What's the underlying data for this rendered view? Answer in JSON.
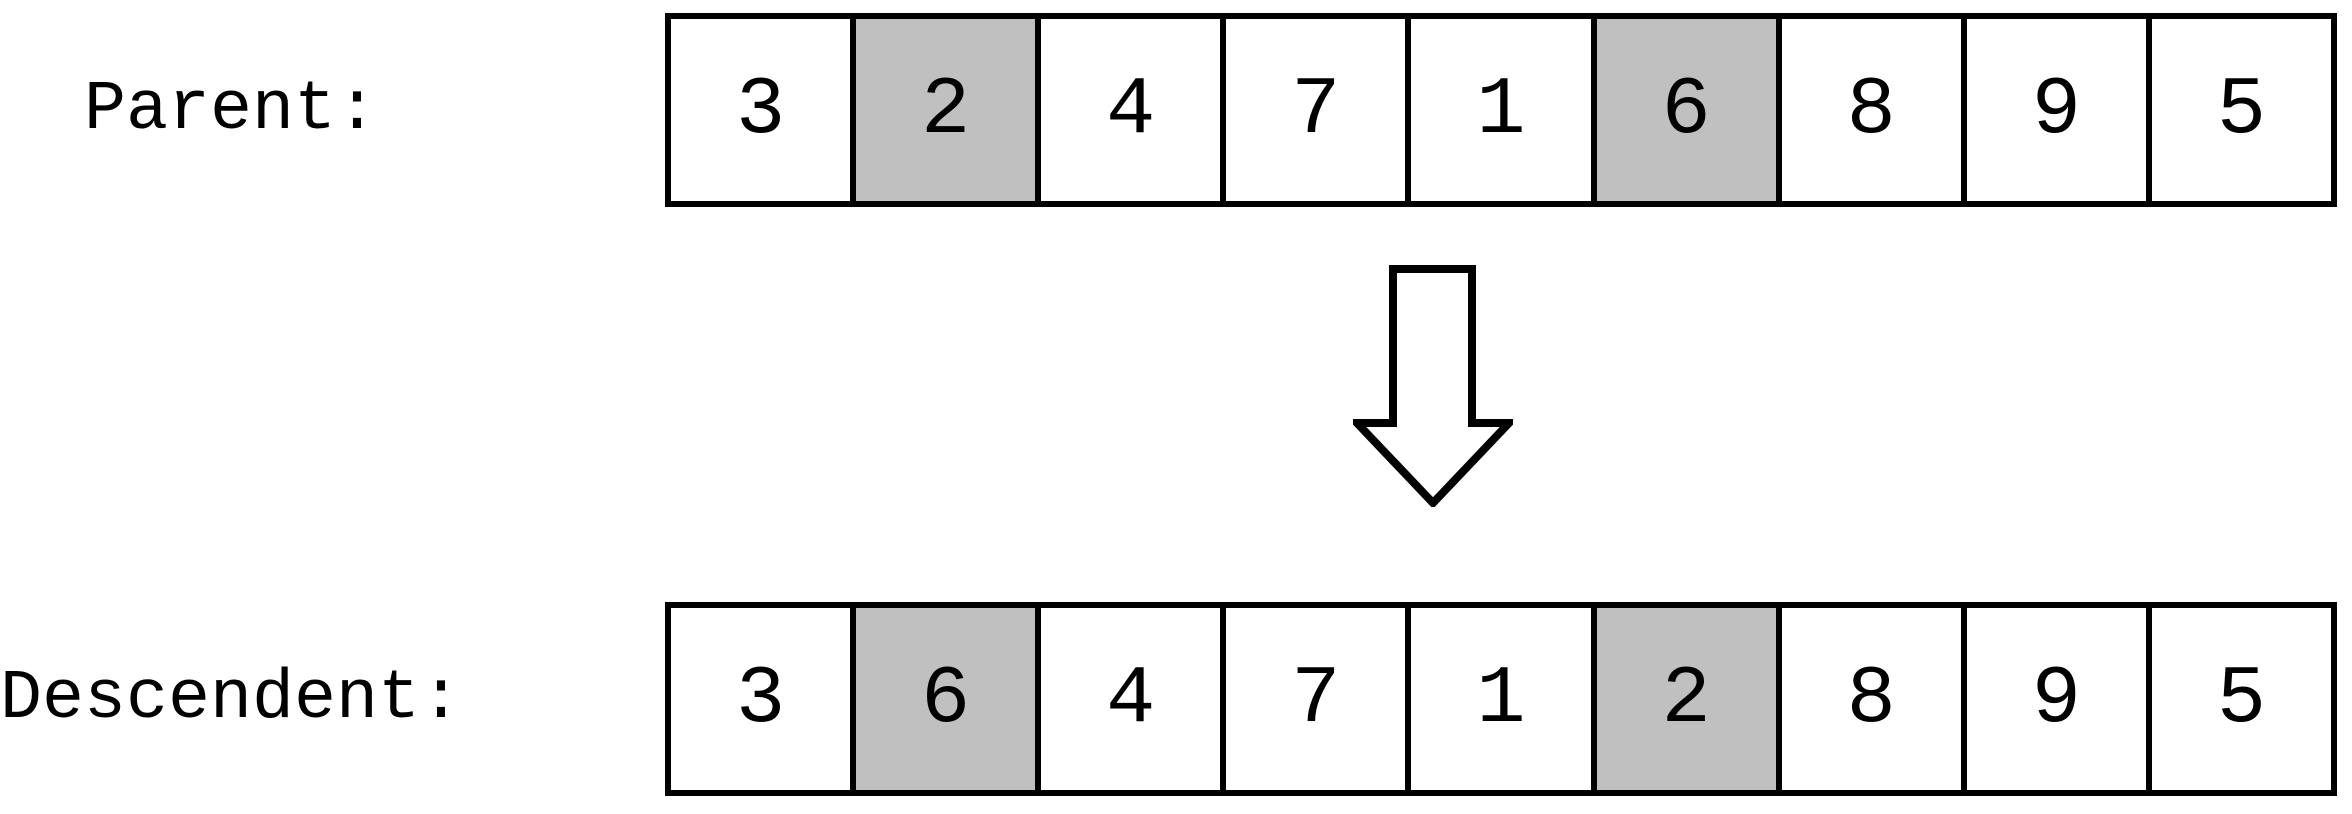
{
  "labels": {
    "parent": "Parent:",
    "descendent": "Descendent:"
  },
  "rows": {
    "parent": {
      "values": [
        "3",
        "2",
        "4",
        "7",
        "1",
        "6",
        "8",
        "9",
        "5"
      ],
      "highlighted_indices": [
        1,
        5
      ]
    },
    "descendent": {
      "values": [
        "3",
        "6",
        "4",
        "7",
        "1",
        "2",
        "8",
        "9",
        "5"
      ],
      "highlighted_indices": [
        1,
        5
      ]
    }
  },
  "arrow": {
    "icon": "down-block-arrow",
    "direction": "down"
  },
  "colors": {
    "background": "#ffffff",
    "line": "#000000",
    "highlight": "#c0c0c0",
    "cell_background": "#ffffff"
  }
}
